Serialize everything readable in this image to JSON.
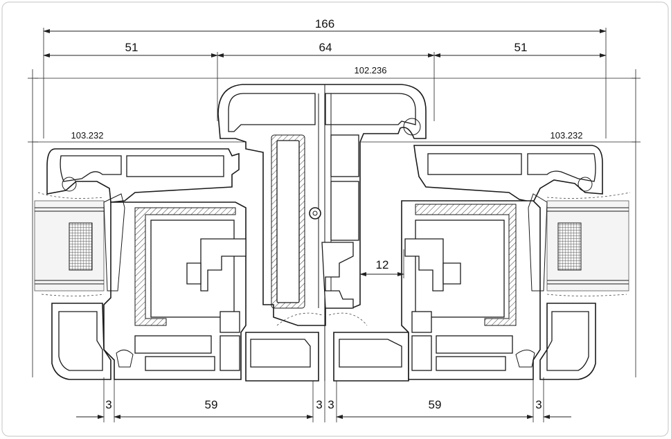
{
  "dimensions": {
    "overall_width": "166",
    "left_sash_width": "51",
    "center_width": "64",
    "right_sash_width": "51",
    "center_profile_code": "102.236",
    "left_profile_code": "103.232",
    "right_profile_code": "103.232",
    "inner_gap": "12",
    "bottom_left_offset": "3",
    "bottom_left_span": "59",
    "bottom_center_left_offset": "3",
    "bottom_center_right_offset": "3",
    "bottom_right_span": "59",
    "bottom_right_offset": "3"
  }
}
